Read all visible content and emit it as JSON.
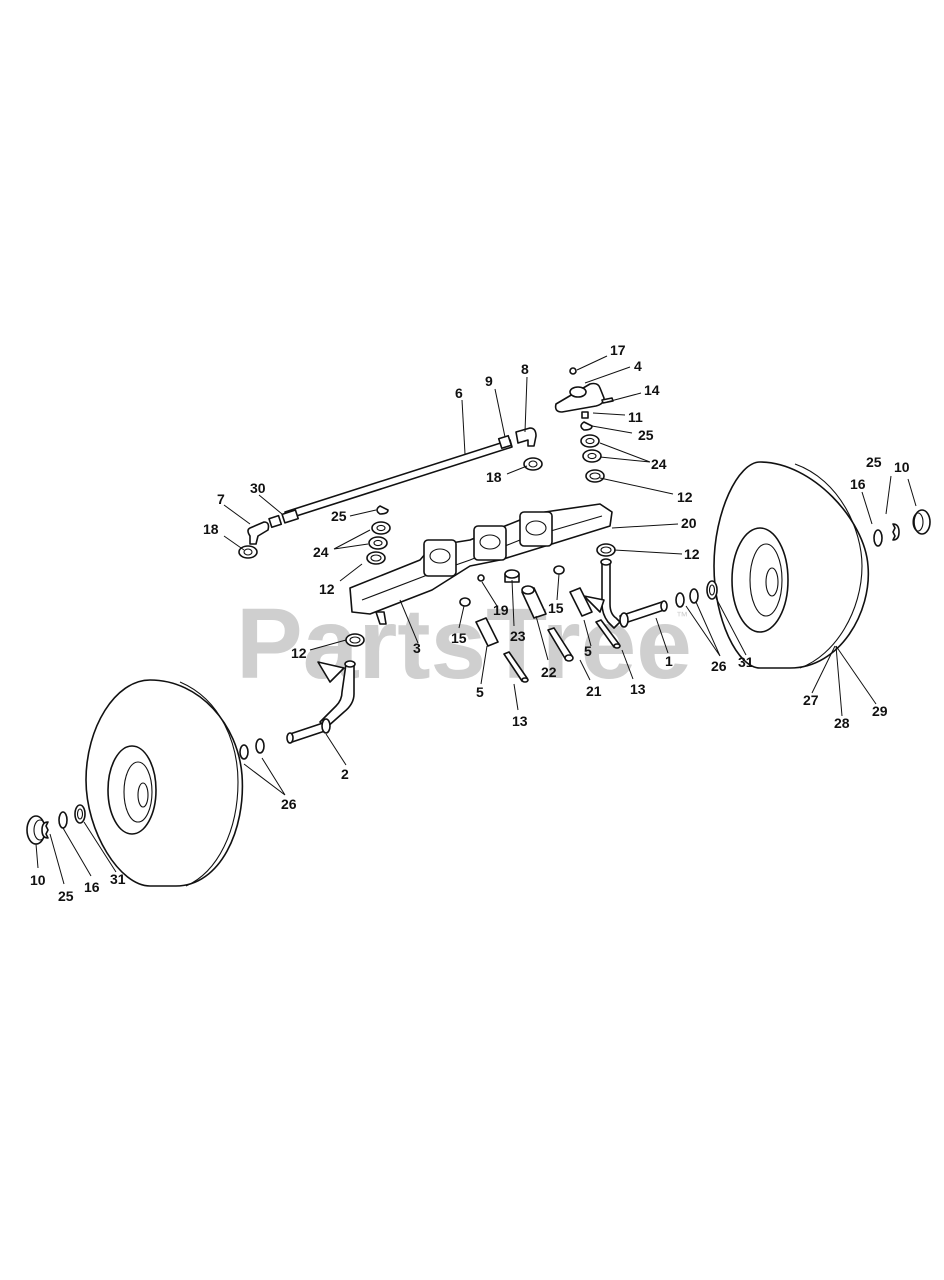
{
  "watermark": {
    "text": "PartsTree",
    "trademark": "™"
  },
  "callouts": [
    "17",
    "4",
    "14",
    "11",
    "25",
    "24",
    "12",
    "8",
    "9",
    "6",
    "18",
    "30",
    "7",
    "18",
    "25",
    "24",
    "12",
    "20",
    "12",
    "19",
    "15",
    "23",
    "15",
    "5",
    "22",
    "21",
    "13",
    "5",
    "13",
    "1",
    "3",
    "12",
    "2",
    "26",
    "10",
    "25",
    "16",
    "31",
    "25",
    "10",
    "16",
    "26",
    "31",
    "27",
    "28",
    "29"
  ]
}
